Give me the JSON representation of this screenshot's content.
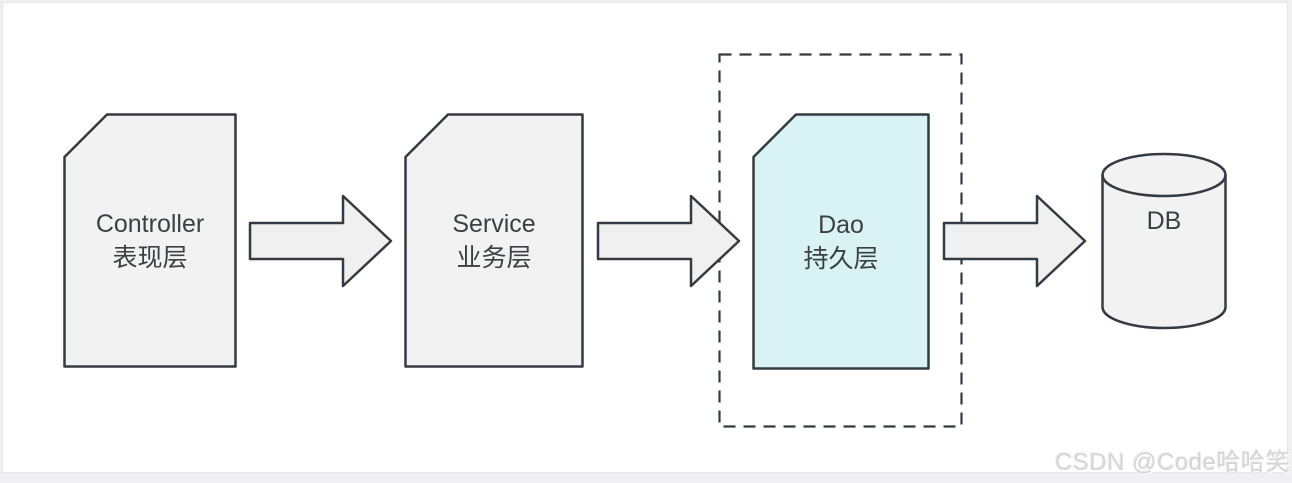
{
  "diagram": {
    "title": "layered-architecture",
    "nodes": [
      {
        "id": "controller",
        "title": "Controller",
        "subtitle": "表现层"
      },
      {
        "id": "service",
        "title": "Service",
        "subtitle": "业务层"
      },
      {
        "id": "dao",
        "title": "Dao",
        "subtitle": "持久层",
        "highlighted": true
      },
      {
        "id": "db",
        "title": "DB"
      }
    ],
    "connections": [
      {
        "from": "controller",
        "to": "service"
      },
      {
        "from": "service",
        "to": "dao"
      },
      {
        "from": "dao",
        "to": "db"
      }
    ],
    "colors": {
      "node_fill": "#f2f2f2",
      "highlight_fill": "#d9f2f4",
      "arrow_fill": "#f0f0f0",
      "stroke": "#343b42",
      "text": "#3b4045",
      "watermark": "#d5d5d5"
    }
  },
  "watermark": {
    "text": "CSDN @Code哈哈笑"
  }
}
